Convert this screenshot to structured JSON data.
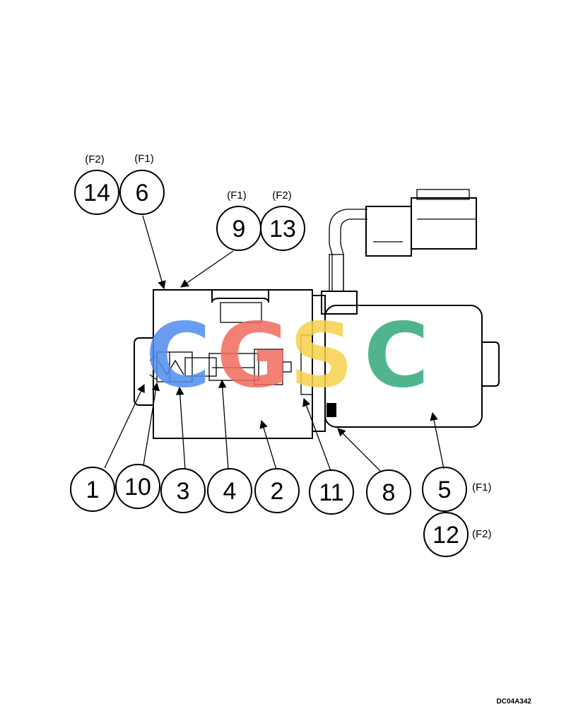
{
  "figure_code": "DC04A342",
  "watermark": {
    "letters": [
      "C",
      "G",
      "S",
      "C"
    ],
    "colors": [
      "#4f8df0",
      "#f06a5e",
      "#f7d24a",
      "#35a87a"
    ]
  },
  "callouts": [
    {
      "id": "1",
      "label": "1"
    },
    {
      "id": "2",
      "label": "2"
    },
    {
      "id": "3",
      "label": "3"
    },
    {
      "id": "4",
      "label": "4"
    },
    {
      "id": "5",
      "label": "5",
      "variant": "(F1)"
    },
    {
      "id": "6",
      "label": "6",
      "variant": "(F1)"
    },
    {
      "id": "8",
      "label": "8"
    },
    {
      "id": "9",
      "label": "9",
      "variant": "(F1)"
    },
    {
      "id": "10",
      "label": "10"
    },
    {
      "id": "11",
      "label": "11"
    },
    {
      "id": "12",
      "label": "12",
      "variant": "(F2)"
    },
    {
      "id": "13",
      "label": "13",
      "variant": "(F2)"
    },
    {
      "id": "14",
      "label": "14",
      "variant": "(F2)"
    }
  ]
}
